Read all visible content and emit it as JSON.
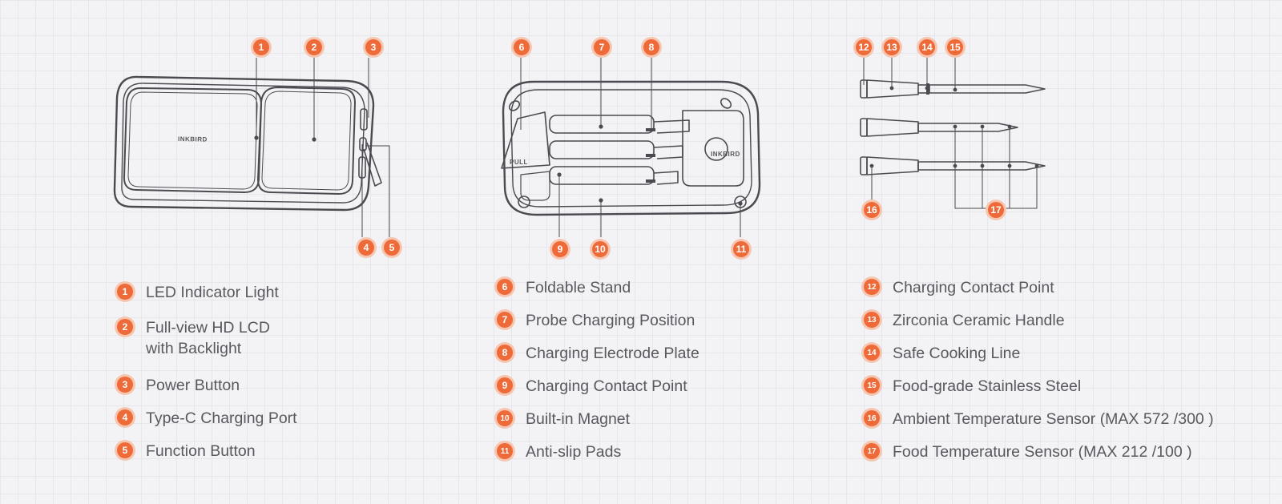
{
  "brand": "INKBIRD",
  "stand_label": "PULL",
  "accent_color": "#ee6a38",
  "callouts": [
    "1",
    "2",
    "3",
    "4",
    "5",
    "6",
    "7",
    "8",
    "9",
    "10",
    "11",
    "12",
    "13",
    "14",
    "15",
    "16",
    "17"
  ],
  "legend": {
    "items": [
      {
        "num": "1",
        "text": "LED Indicator Light"
      },
      {
        "num": "2",
        "text": "Full-view HD LCD\nwith Backlight"
      },
      {
        "num": "3",
        "text": "Power Button"
      },
      {
        "num": "4",
        "text": "Type-C Charging Port"
      },
      {
        "num": "5",
        "text": "Function Button"
      },
      {
        "num": "6",
        "text": "Foldable Stand"
      },
      {
        "num": "7",
        "text": "Probe Charging Position"
      },
      {
        "num": "8",
        "text": "Charging Electrode Plate"
      },
      {
        "num": "9",
        "text": "Charging Contact Point"
      },
      {
        "num": "10",
        "text": "Built-in Magnet"
      },
      {
        "num": "11",
        "text": "Anti-slip Pads"
      },
      {
        "num": "12",
        "text": "Charging Contact Point"
      },
      {
        "num": "13",
        "text": "Zirconia Ceramic Handle"
      },
      {
        "num": "14",
        "text": "Safe Cooking Line"
      },
      {
        "num": "15",
        "text": "Food-grade Stainless Steel"
      },
      {
        "num": "16",
        "text": "Ambient Temperature Sensor (MAX 572 /300 )"
      },
      {
        "num": "17",
        "text": "Food Temperature Sensor (MAX 212 /100 )"
      }
    ]
  }
}
